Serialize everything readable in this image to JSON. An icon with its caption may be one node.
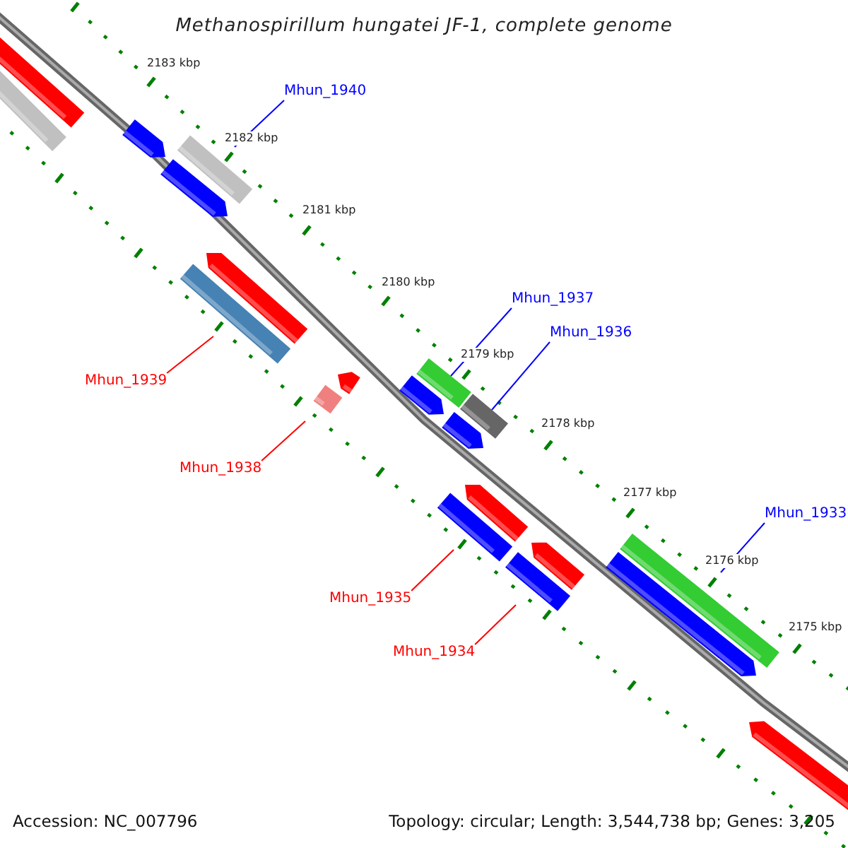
{
  "diagram": {
    "title": "Methanospirillum hungatei JF-1, complete genome",
    "nodes": [
      {
        "text": [],
        "shape": "bar"
      },
      {
        "text": [],
        "shape": "bar"
      },
      {
        "text": [],
        "shape": "arrow"
      },
      {
        "text": [],
        "shape": "bar"
      },
      {
        "text": [],
        "shape": "arrow"
      },
      {
        "text": [],
        "shape": "arrow"
      },
      {
        "text": [],
        "shape": "bar"
      },
      {
        "text": [],
        "shape": "arrow"
      },
      {
        "text": [],
        "shape": "bar"
      },
      {
        "text": [],
        "shape": "bar"
      },
      {
        "text": [],
        "shape": "arrow"
      },
      {
        "text": [],
        "shape": "bar"
      },
      {
        "text": [],
        "shape": "arrow"
      },
      {
        "text": [],
        "shape": "arrow"
      },
      {
        "text": [],
        "shape": "bar"
      },
      {
        "text": [],
        "shape": "arrow"
      },
      {
        "text": [],
        "shape": "bar"
      },
      {
        "text": [],
        "shape": "bar"
      },
      {
        "text": [],
        "shape": "arrow"
      },
      {
        "text": [],
        "shape": "arrow"
      },
      {
        "text": [
          "Mhun_1940"
        ]
      },
      {
        "text": [
          "Mhun_1939"
        ]
      },
      {
        "text": [
          "Mhun_1938"
        ]
      },
      {
        "text": [
          "Mhun_1937"
        ]
      },
      {
        "text": [
          "Mhun_1936"
        ]
      },
      {
        "text": [
          "Mhun_1935"
        ]
      },
      {
        "text": [
          "Mhun_1934"
        ]
      },
      {
        "text": [
          "Mhun_1933"
        ]
      }
    ],
    "edges": [
      {
        "from": 20,
        "to": 3,
        "arrow": "none",
        "color": "#0000ff"
      },
      {
        "from": 21,
        "to": 6,
        "arrow": "none",
        "color": "#ff0000"
      },
      {
        "from": 22,
        "to": 8,
        "arrow": "none",
        "color": "#ff0000"
      },
      {
        "from": 23,
        "to": 9,
        "arrow": "none",
        "color": "#0000ff"
      },
      {
        "from": 24,
        "to": 11,
        "arrow": "none",
        "color": "#0000ff"
      },
      {
        "from": 25,
        "to": 14,
        "arrow": "none",
        "color": "#ff0000"
      },
      {
        "from": 26,
        "to": 16,
        "arrow": "none",
        "color": "#ff0000"
      },
      {
        "from": 27,
        "to": 17,
        "arrow": "none",
        "color": "#0000ff"
      }
    ],
    "labels": [
      "2183 kbp",
      "2182 kbp",
      "2181 kbp",
      "2180 kbp",
      "2179 kbp",
      "2178 kbp",
      "2177 kbp",
      "2176 kbp",
      "2175 kbp",
      "Accession: NC_007796",
      "Topology: circular; Length: 3,544,738 bp; Genes: 3,205"
    ]
  }
}
